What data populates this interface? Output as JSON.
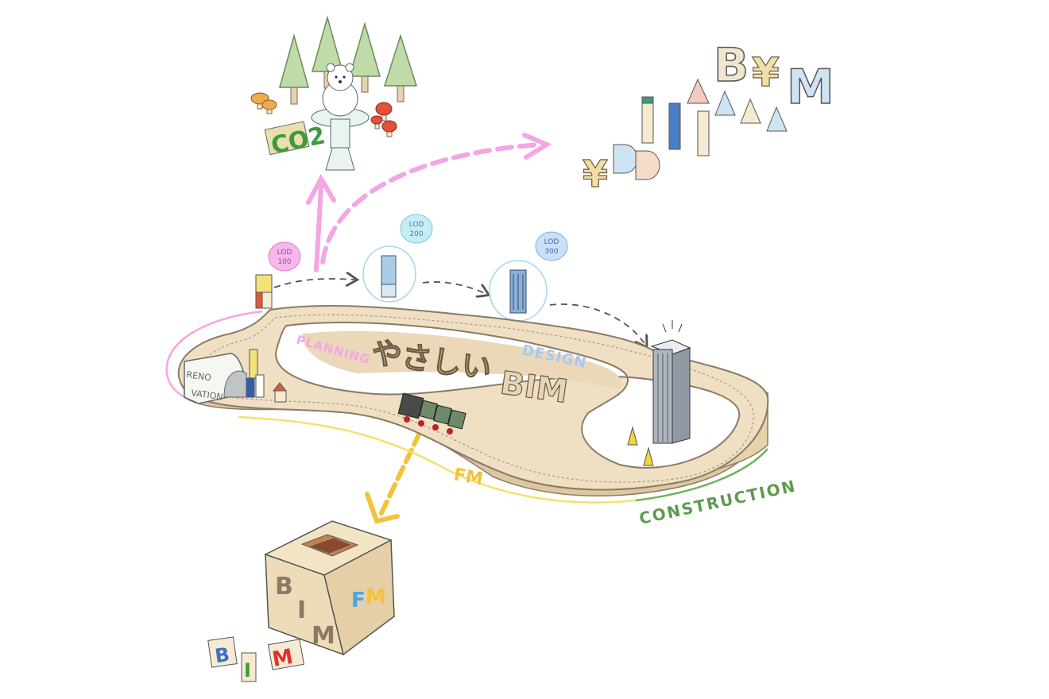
{
  "title": {
    "kana": "やさしい",
    "latin": "BIM"
  },
  "phases": {
    "planning": "PLANNING",
    "design": "DESIGN",
    "construction": "CONSTRUCTION",
    "fm": "FM",
    "renovation_line1": "RENO",
    "renovation_line2": "VATION"
  },
  "lod_bubbles": [
    {
      "line1": "LOD",
      "line2": "100",
      "color": "#e07ad6"
    },
    {
      "line1": "LOD",
      "line2": "200",
      "color": "#7cc3de"
    },
    {
      "line1": "LOD",
      "line2": "300",
      "color": "#7cb0de"
    }
  ],
  "eco": {
    "co2_label": "CO2"
  },
  "money": {
    "yen": "¥",
    "letters": [
      "B",
      "¥",
      "M"
    ]
  },
  "cube": {
    "face1_letters": [
      "B",
      "I",
      "M"
    ],
    "face2_letters": [
      "F",
      "M"
    ]
  },
  "blocks": {
    "letters": [
      "B",
      "I",
      "M"
    ]
  },
  "colors": {
    "planning": "#f2a6e4",
    "design": "#a8c8f0",
    "construction": "#5e9a4e",
    "fm": "#f3c23a",
    "track_fill": "#ecdcc0",
    "track_edge": "#8a7a66",
    "wood": "#e9d6b0"
  }
}
